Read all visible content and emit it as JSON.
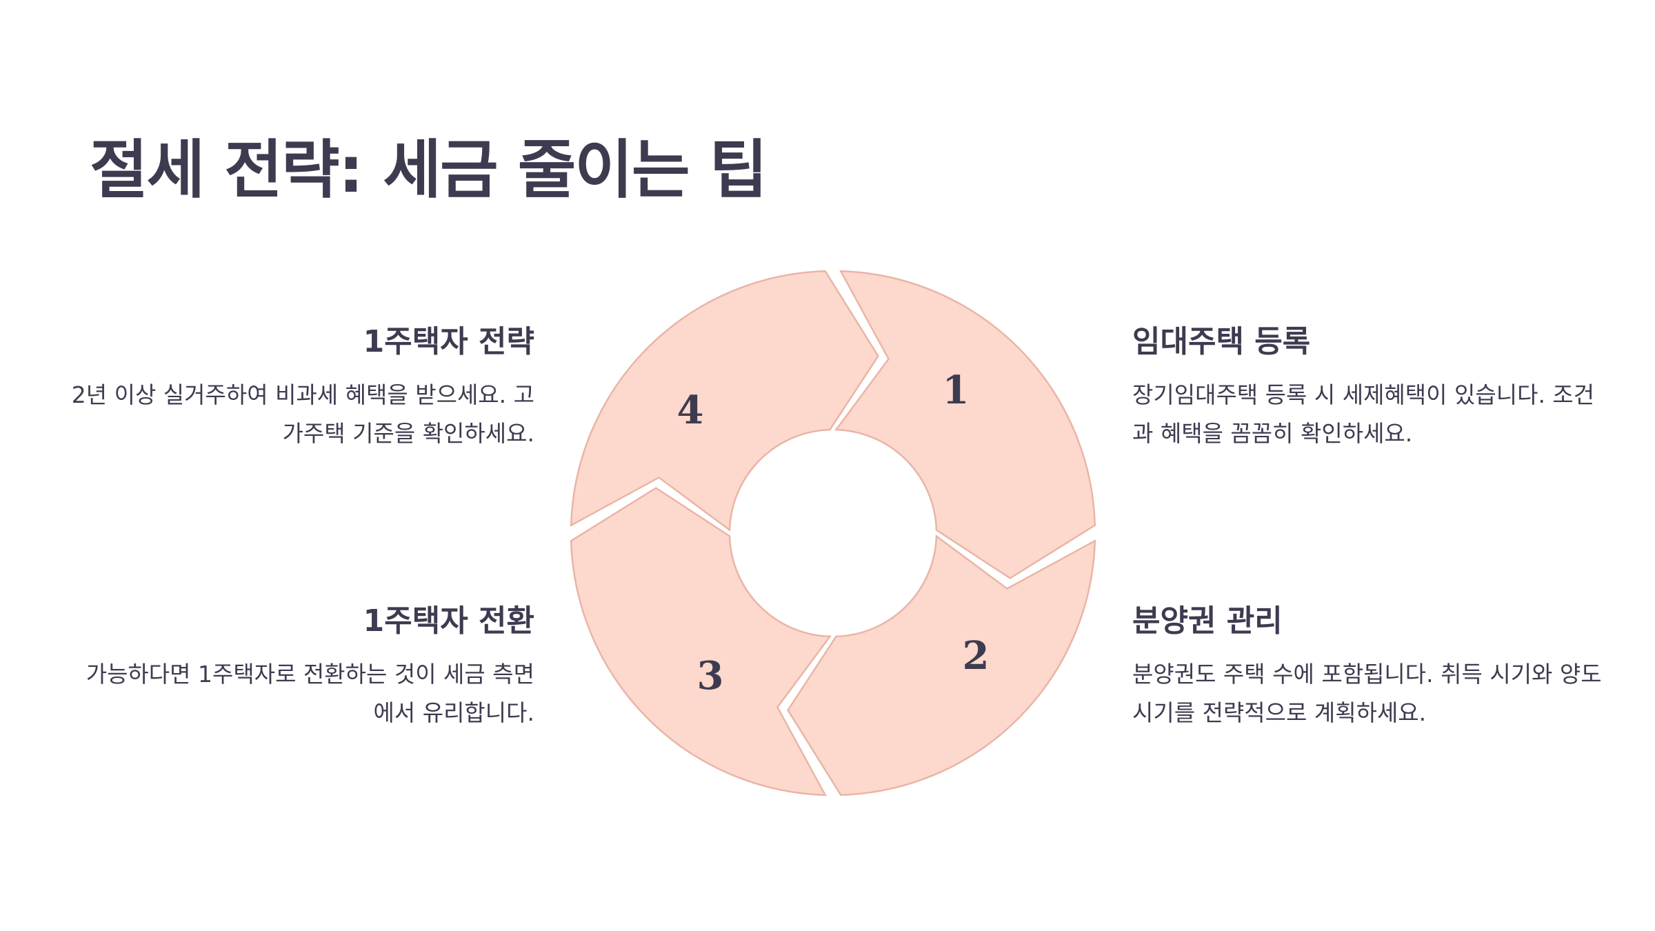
{
  "title": "절세 전략: 세금 줄이는 팁",
  "steps": [
    {
      "number": "1",
      "heading": "1주택자 전략",
      "body": "2년 이상 실거주하여 비과세 혜택을 받으세요. 고가주택 기준을 확인하세요."
    },
    {
      "number": "2",
      "heading": "임대주택 등록",
      "body": "장기임대주택 등록 시 세제혜택이 있습니다. 조건과 혜택을 꼼꼼히 확인하세요."
    },
    {
      "number": "3",
      "heading": "분양권 관리",
      "body": "분양권도 주택 수에 포함됩니다. 취득 시기와 양도 시기를 전략적으로 계획하세요."
    },
    {
      "number": "4",
      "heading": "1주택자 전환",
      "body": "가능하다면 1주택자로 전환하는 것이 세금 측면에서 유리합니다."
    }
  ],
  "colors": {
    "segment_fill": "#fdd8cc",
    "segment_stroke": "#e9b5a6",
    "text": "#3d3b4f"
  }
}
